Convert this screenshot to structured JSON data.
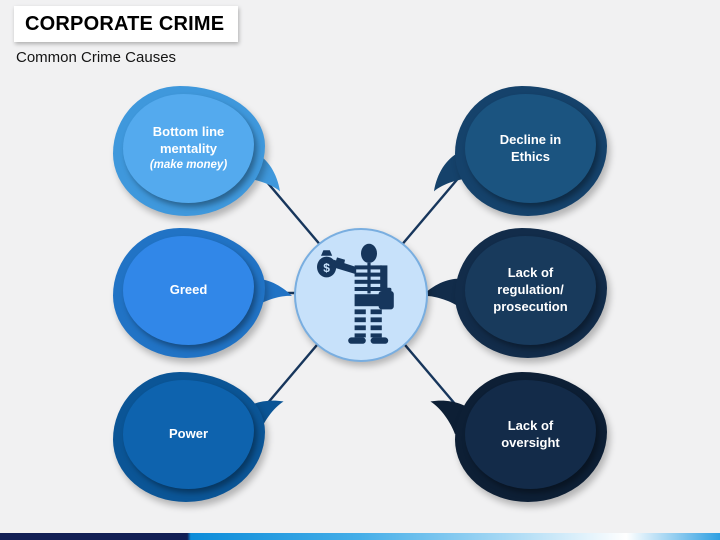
{
  "slide": {
    "title": "CORPORATE CRIME",
    "subtitle": "Common Crime Causes",
    "background_color": "#F1F1F2",
    "title_box_color": "#FFFFFF"
  },
  "diagram": {
    "line_color": "#17365C",
    "center": {
      "icon": "prisoner-with-money-bag",
      "money_symbol": "$",
      "circle_fill": "#C7E1FA",
      "circle_border": "#79AEE0",
      "icon_color": "#16365C"
    },
    "nodes": [
      {
        "id": "bottom-line-mentality",
        "label": "Bottom line\nmentality",
        "sublabel": "(make money)",
        "outer_color": "#3F98DC",
        "inner_color": "#54AAEE",
        "side": "left"
      },
      {
        "id": "greed",
        "label": "Greed",
        "sublabel": "",
        "outer_color": "#2173C5",
        "inner_color": "#3187E8",
        "side": "left"
      },
      {
        "id": "power",
        "label": "Power",
        "sublabel": "",
        "outer_color": "#0B5596",
        "inner_color": "#0E63AE",
        "side": "left"
      },
      {
        "id": "decline-in-ethics",
        "label": "Decline in\nEthics",
        "sublabel": "",
        "outer_color": "#15426B",
        "inner_color": "#1B5480",
        "side": "right"
      },
      {
        "id": "lack-of-regulation-prosecution",
        "label": "Lack of\nregulation/\nprosecution",
        "sublabel": "",
        "outer_color": "#122C4A",
        "inner_color": "#183A5C",
        "side": "right"
      },
      {
        "id": "lack-of-oversight",
        "label": "Lack of\noversight",
        "sublabel": "",
        "outer_color": "#0D1F35",
        "inner_color": "#132B49",
        "side": "right"
      }
    ]
  },
  "footer": {
    "bar_colors": {
      "navy": "#121F55",
      "bright_blue": "#0C8CD9",
      "mid_blue": "#45AEE8",
      "light_blue": "#A6D8F4",
      "white": "#FFFFFF",
      "right_blue": "#2E9FE2"
    }
  }
}
